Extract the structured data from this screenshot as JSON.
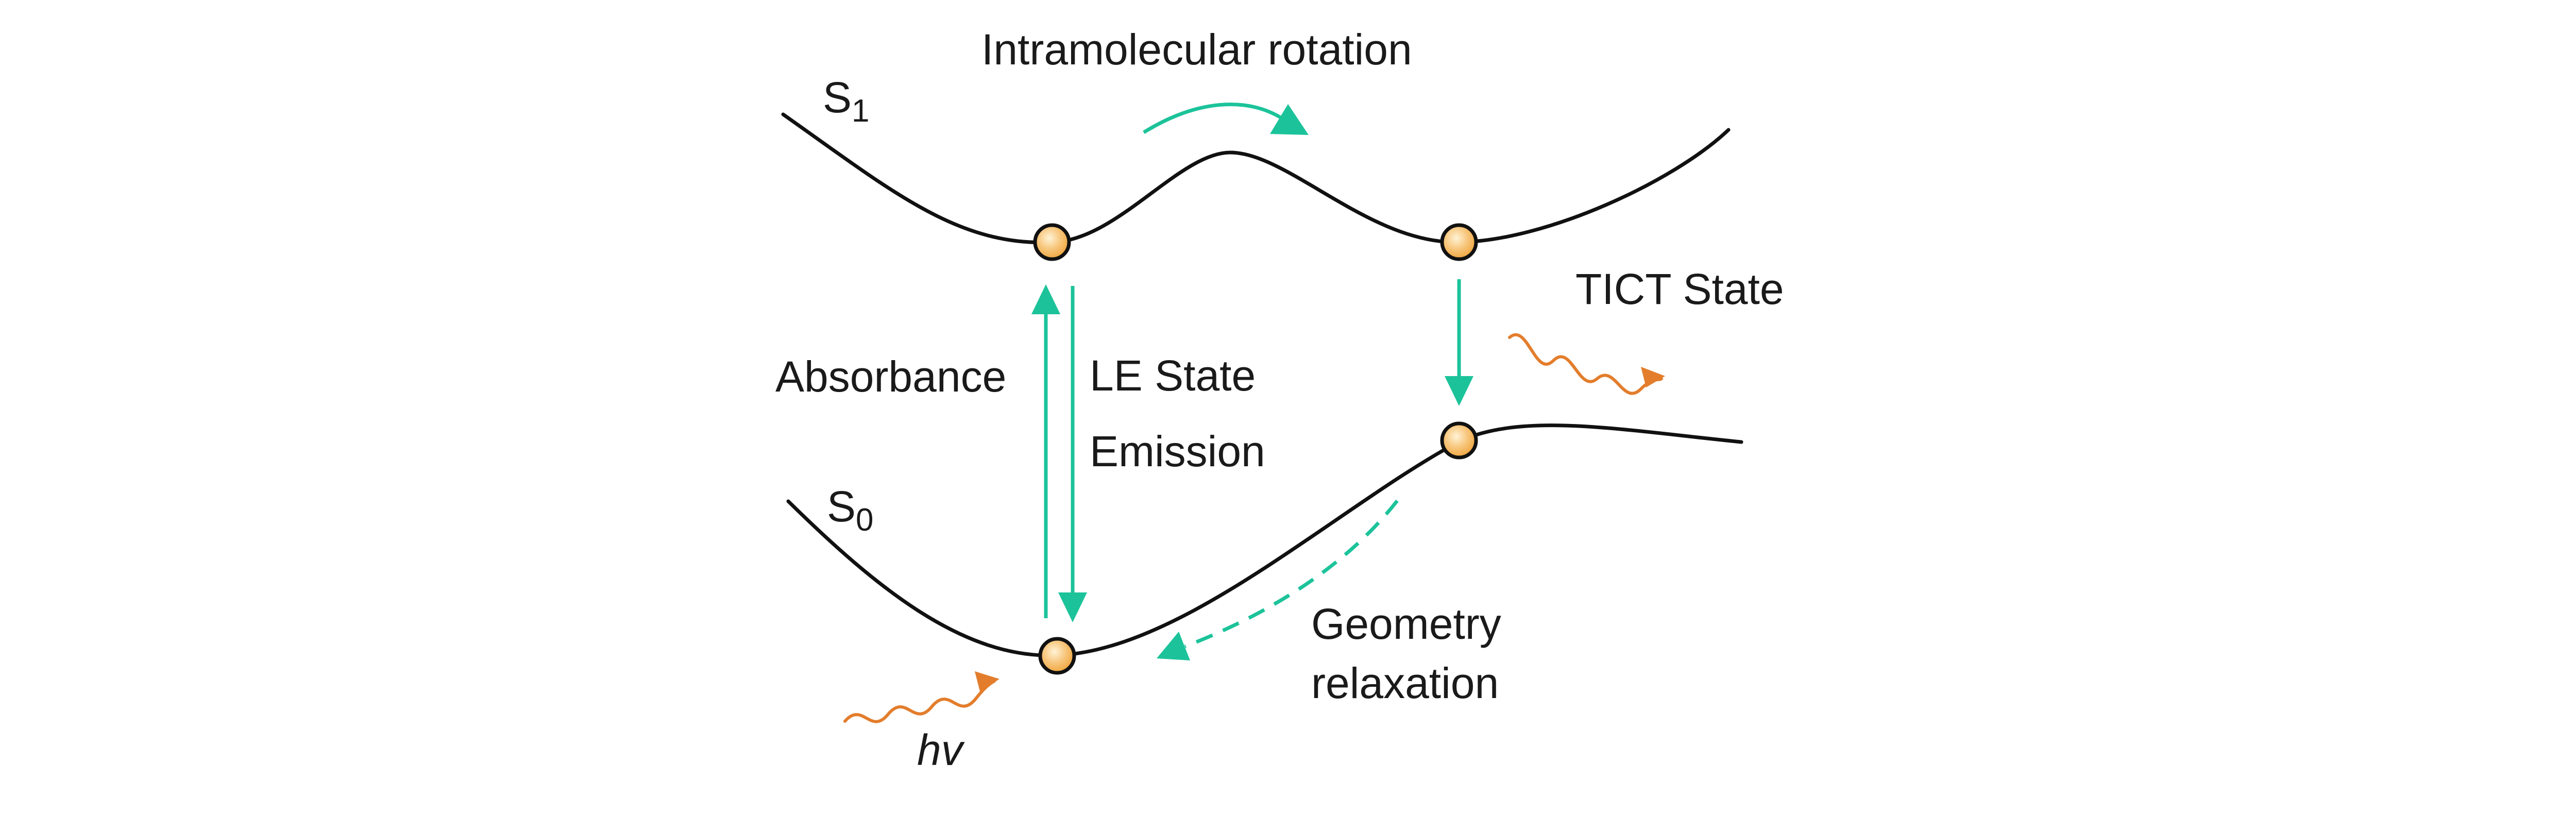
{
  "colors": {
    "curve": "#111111",
    "arrow": "#1cc39a",
    "photon": "#e37d2c",
    "node_center": "#fff3d6",
    "node_edge": "#f0a640",
    "text": "#1a1a1a"
  },
  "labels": {
    "s1_letter": "S",
    "s1_sub": "1",
    "s0_letter": "S",
    "s0_sub": "0",
    "intramolecular_rotation": "Intramolecular rotation",
    "tict_state": "TICT State",
    "absorbance": "Absorbance",
    "le_state": "LE State",
    "emission": "Emission",
    "geometry_line1": "Geometry",
    "geometry_line2": "relaxation",
    "hv": "hv"
  },
  "icons": {
    "photon_in": "wavy-arrow-icon",
    "photon_out": "wavy-arrow-icon",
    "state_marker": "circle-node-icon"
  }
}
